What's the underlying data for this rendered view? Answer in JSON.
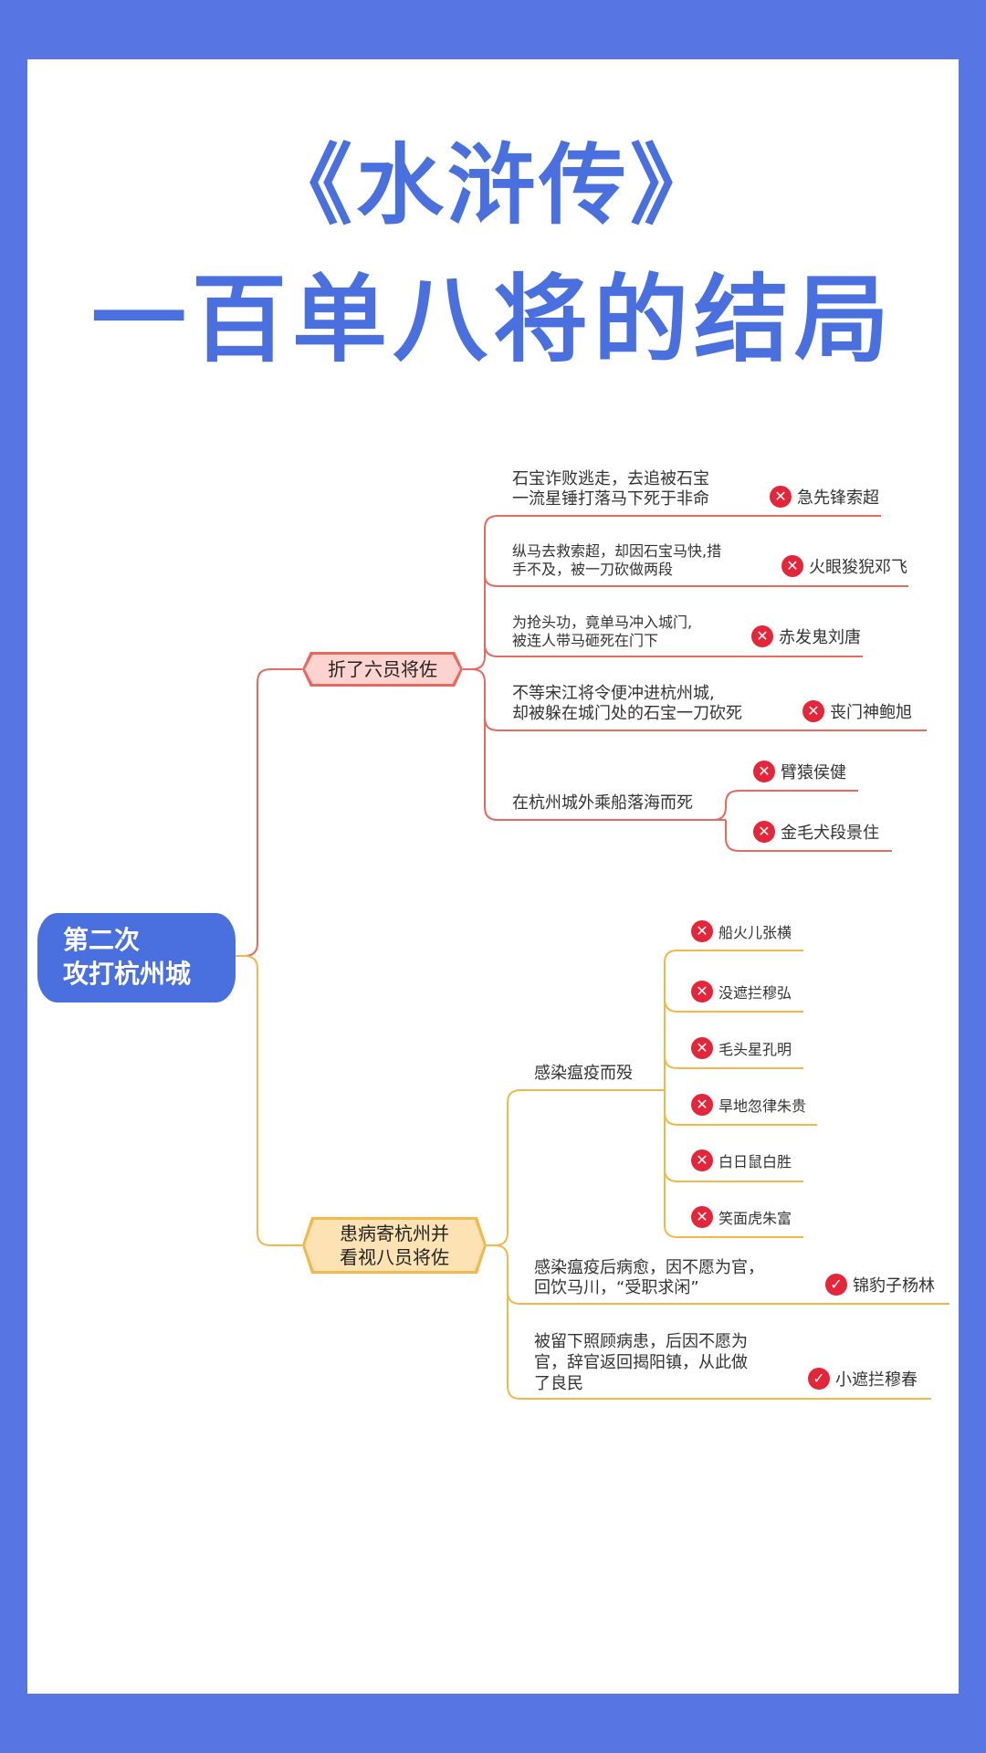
{
  "title": {
    "line1": "《水浒传》",
    "line2": "一百单八将的结局"
  },
  "root": {
    "line1": "第二次",
    "line2": "攻打杭州城"
  },
  "branches": [
    {
      "label": "折了六员将佐",
      "color": "#e8695f",
      "items": [
        {
          "desc": [
            "石宝诈败逃走，去追被石宝",
            "一流星锤打落马下死于非命"
          ],
          "results": [
            {
              "name": "急先锋索超",
              "status": "dead",
              "icon": "cross-icon"
            }
          ]
        },
        {
          "desc": [
            "纵马去救索超，却因石宝马快,措",
            "手不及，被一刀砍做两段"
          ],
          "results": [
            {
              "name": "火眼狻猊邓飞",
              "status": "dead",
              "icon": "cross-icon"
            }
          ]
        },
        {
          "desc": [
            "为抢头功，竟单马冲入城门,",
            "被连人带马砸死在门下"
          ],
          "results": [
            {
              "name": "赤发鬼刘唐",
              "status": "dead",
              "icon": "cross-icon"
            }
          ]
        },
        {
          "desc": [
            "不等宋江将令便冲进杭州城,",
            "却被躲在城门处的石宝一刀砍死"
          ],
          "results": [
            {
              "name": "丧门神鲍旭",
              "status": "dead",
              "icon": "cross-icon"
            }
          ]
        },
        {
          "desc": [
            "在杭州城外乘船落海而死"
          ],
          "results": [
            {
              "name": "臂猿侯健",
              "status": "dead",
              "icon": "cross-icon"
            },
            {
              "name": "金毛犬段景住",
              "status": "dead",
              "icon": "cross-icon"
            }
          ]
        }
      ]
    },
    {
      "label": "患病寄杭州并看视八员将佐",
      "label_lines": [
        "患病寄杭州并",
        "看视八员将佐"
      ],
      "color": "#f2b84a",
      "items": [
        {
          "desc": [
            "感染瘟疫而殁"
          ],
          "results": [
            {
              "name": "船火儿张横",
              "status": "dead",
              "icon": "cross-icon"
            },
            {
              "name": "没遮拦穆弘",
              "status": "dead",
              "icon": "cross-icon"
            },
            {
              "name": "毛头星孔明",
              "status": "dead",
              "icon": "cross-icon"
            },
            {
              "name": "旱地忽律朱贵",
              "status": "dead",
              "icon": "cross-icon"
            },
            {
              "name": "白日鼠白胜",
              "status": "dead",
              "icon": "cross-icon"
            },
            {
              "name": "笑面虎朱富",
              "status": "dead",
              "icon": "cross-icon"
            }
          ]
        },
        {
          "desc": [
            "感染瘟疫后病愈，因不愿为官，",
            "回饮马川，“受职求闲”"
          ],
          "results": [
            {
              "name": "锦豹子杨林",
              "status": "alive",
              "icon": "check-icon"
            }
          ]
        },
        {
          "desc": [
            "被留下照顾病患，后因不愿为",
            "官，辞官返回揭阳镇，从此做",
            "了良民"
          ],
          "results": [
            {
              "name": "小遮拦穆春",
              "status": "alive",
              "icon": "check-icon"
            }
          ]
        }
      ]
    }
  ],
  "icons": {
    "dead": "✕",
    "alive": "✓"
  },
  "colors": {
    "background": "#5776e3",
    "title": "#4a6fde",
    "root": "#4a6fde",
    "badge": "#e5253a"
  }
}
